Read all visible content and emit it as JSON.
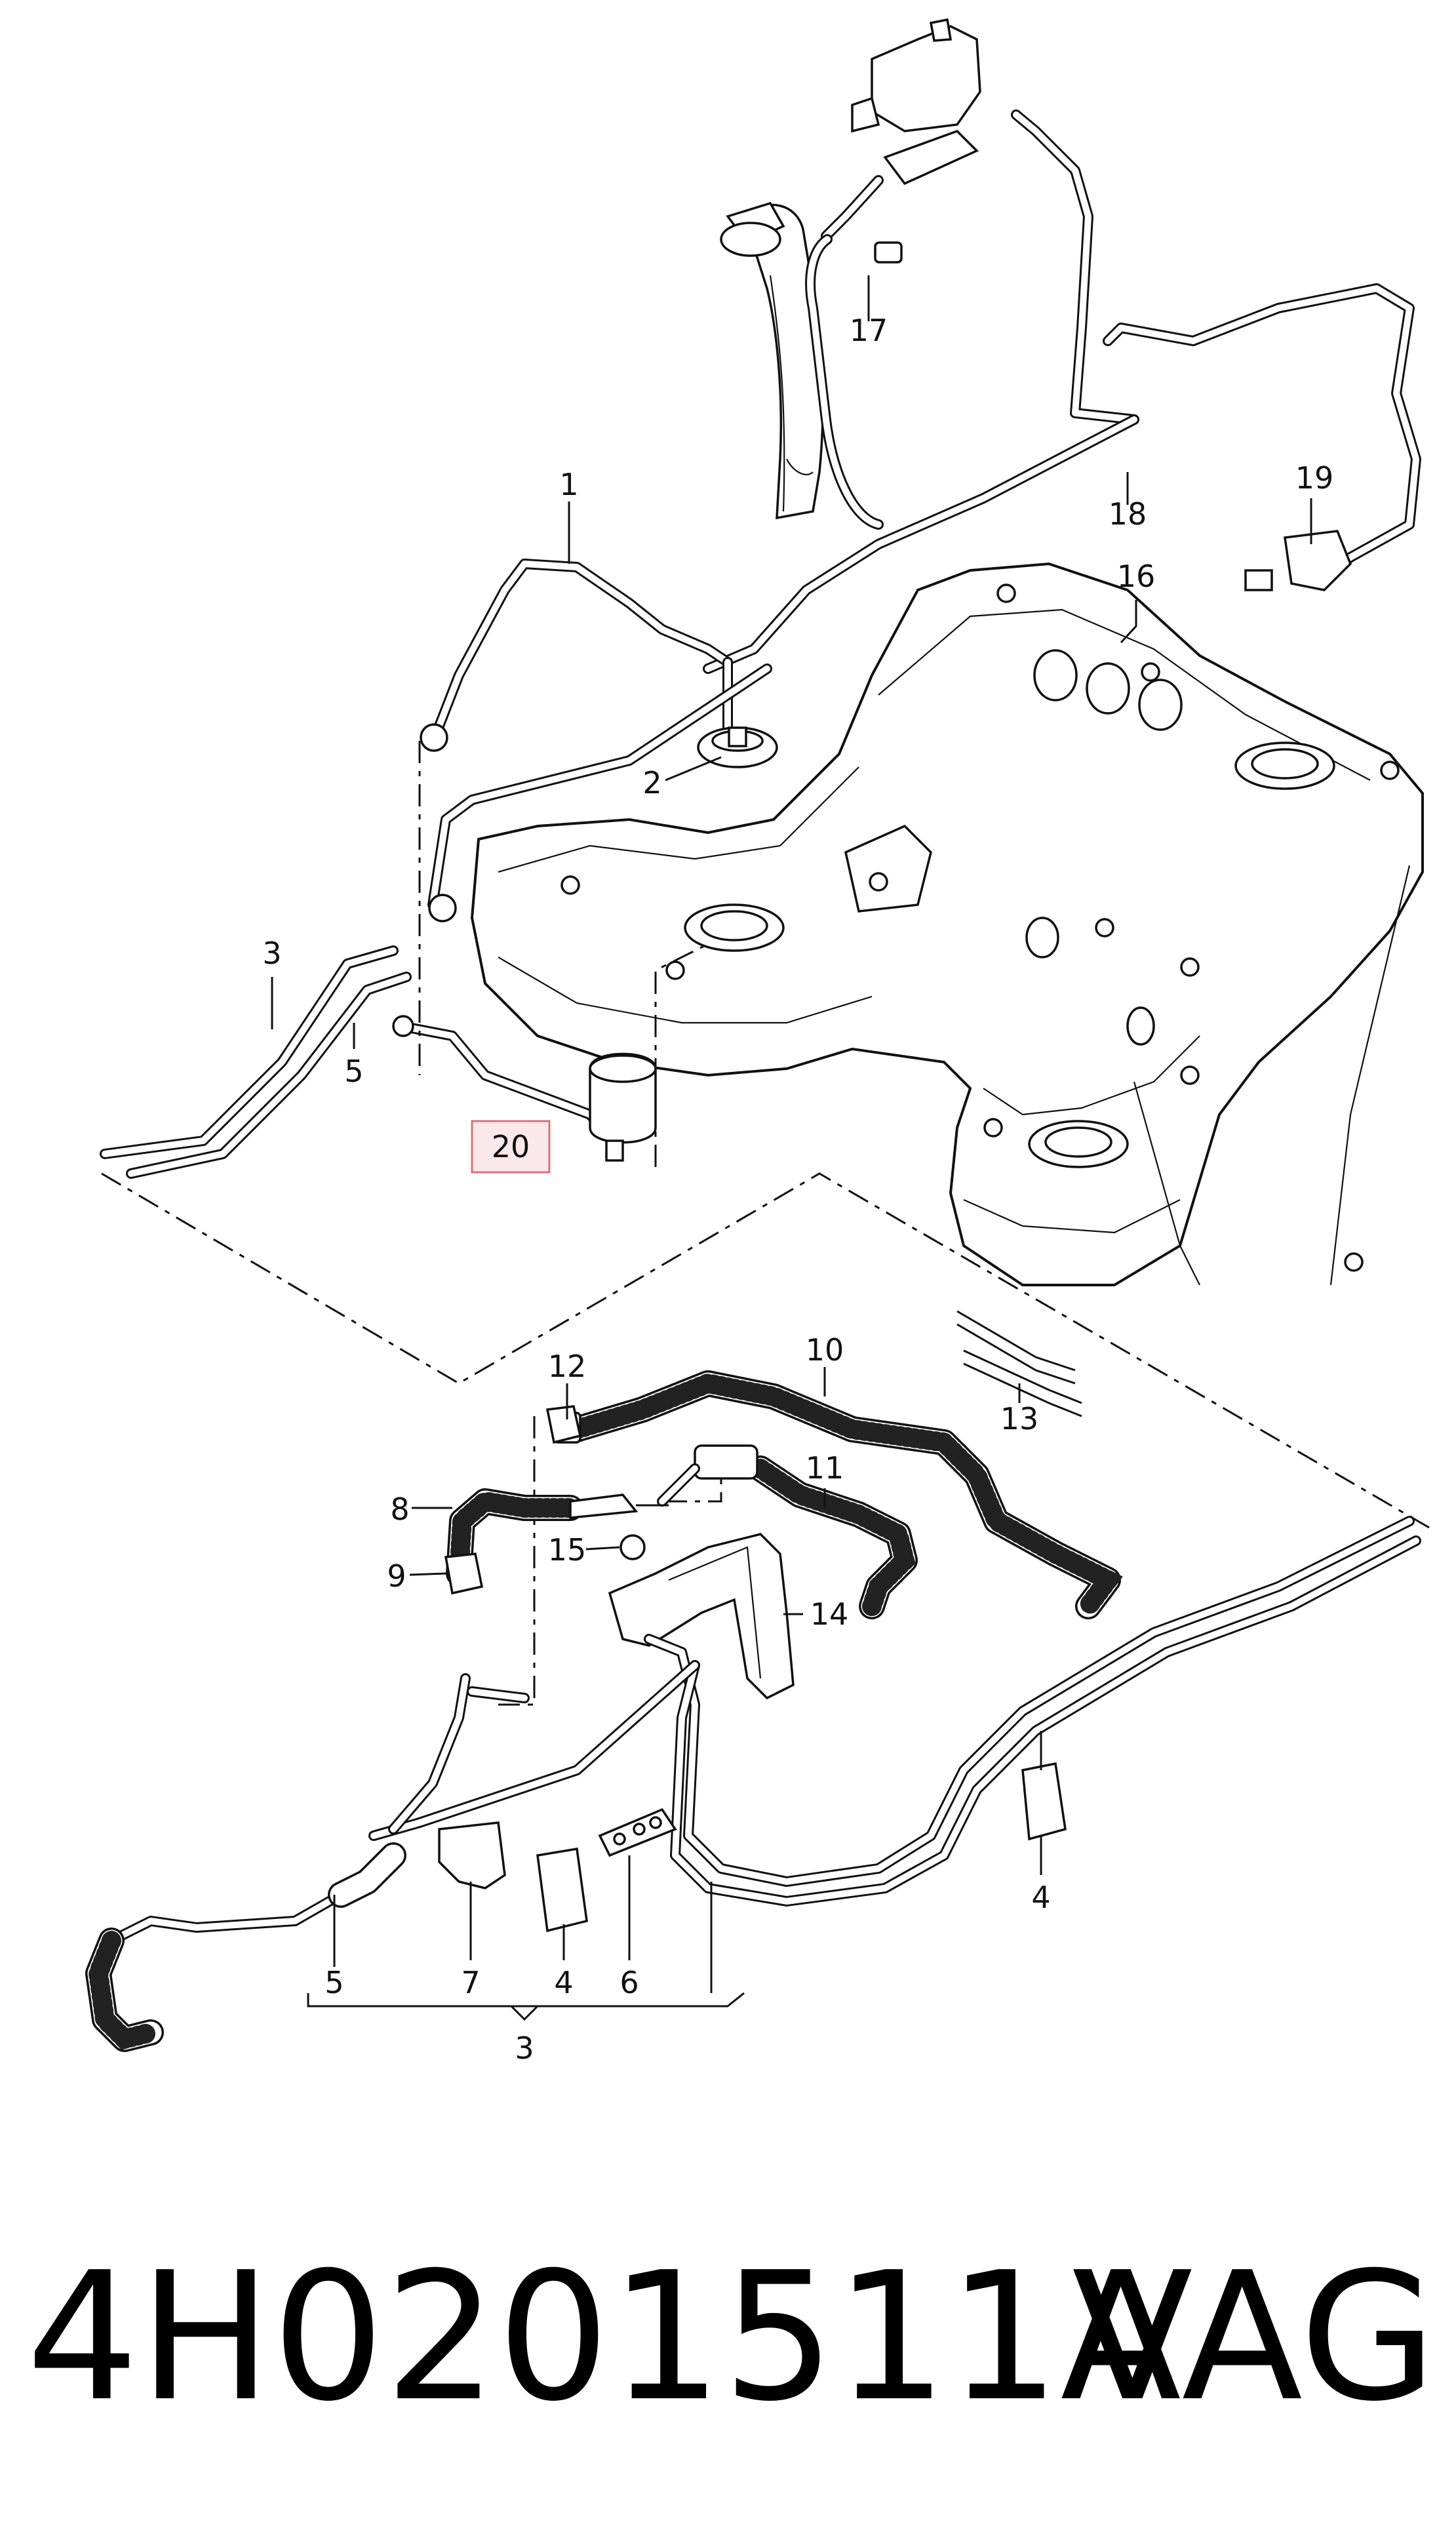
{
  "callouts": {
    "c1": "1",
    "c2": "2",
    "c3_top": "3",
    "c3_bottom": "3",
    "c4_a": "4",
    "c4_b": "4",
    "c5_top": "5",
    "c5_bottom": "5",
    "c6": "6",
    "c7": "7",
    "c8": "8",
    "c9": "9",
    "c10": "10",
    "c11": "11",
    "c12": "12",
    "c13": "13",
    "c14": "14",
    "c15": "15",
    "c16": "16",
    "c17": "17",
    "c18": "18",
    "c19": "19",
    "c20": "20"
  },
  "highlight_color": "#d9737d",
  "footer": {
    "part_number": "4H0201511A",
    "brand": "VAG"
  }
}
